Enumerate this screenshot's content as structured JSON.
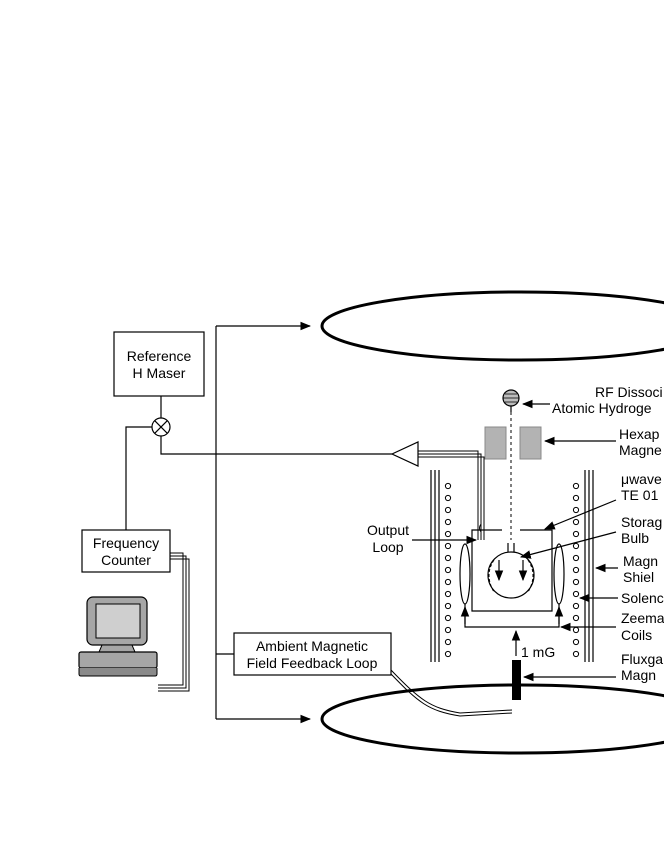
{
  "reference_maser": {
    "line1": "Reference",
    "line2": "H Maser"
  },
  "frequency_counter": {
    "line1": "Frequency",
    "line2": "Counter"
  },
  "feedback_loop": {
    "line1": "Ambient Magnetic",
    "line2": "Field Feedback Loop"
  },
  "output_loop": {
    "line1": "Output",
    "line2": "Loop"
  },
  "field_value": "1 mG",
  "right_labels": {
    "rf_dissociator": {
      "line1": "RF Dissoci",
      "line2": "Atomic Hydroge"
    },
    "hexapole": {
      "line1": "Hexap",
      "line2": "Magne"
    },
    "microwave": {
      "line1": "μwave",
      "line2": "TE 01"
    },
    "storage_bulb": {
      "line1": "Storag",
      "line2": "Bulb"
    },
    "magnetic_shield": {
      "line1": "Magn",
      "line2": "Shiel"
    },
    "solenoid": {
      "line1": "Solenc"
    },
    "zeeman_coils": {
      "line1": "Zeema",
      "line2": "Coils"
    },
    "fluxgate": {
      "line1": "Fluxga",
      "line2": "Magn"
    }
  },
  "colors": {
    "stroke": "#000000",
    "magnet_fill": "#b3b3b3",
    "monitor_fill": "#a6a6a6"
  }
}
